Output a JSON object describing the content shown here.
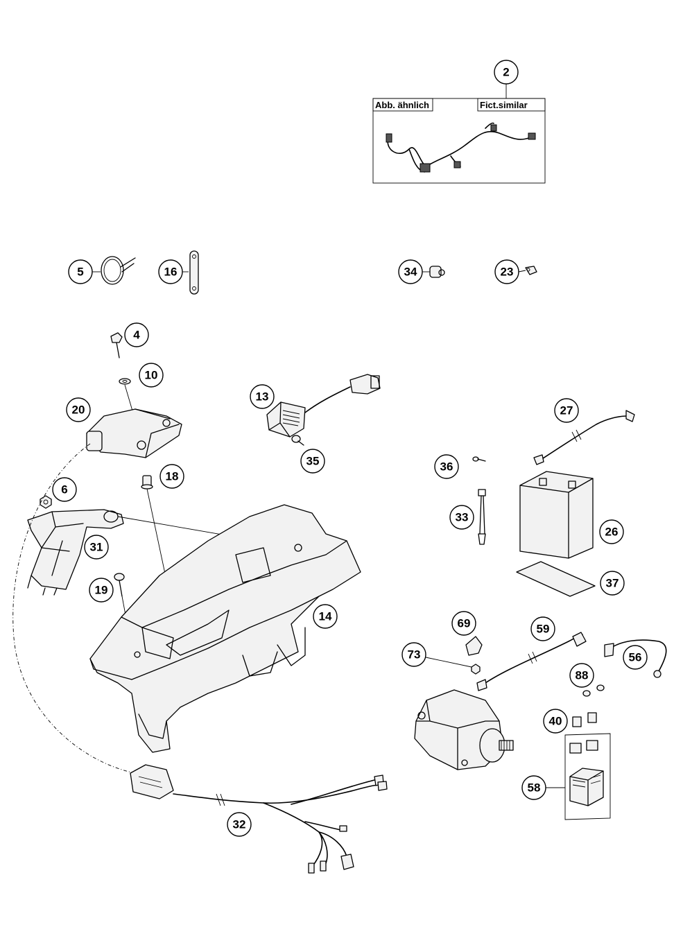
{
  "insert_box": {
    "label_left": "Abb. ähnlich",
    "label_right": "Fict.similar"
  },
  "callouts": [
    "2",
    "5",
    "16",
    "34",
    "23",
    "4",
    "10",
    "20",
    "18",
    "6",
    "31",
    "19",
    "13",
    "35",
    "14",
    "27",
    "36",
    "33",
    "26",
    "37",
    "69",
    "59",
    "73",
    "56",
    "88",
    "40",
    "58",
    "32"
  ]
}
